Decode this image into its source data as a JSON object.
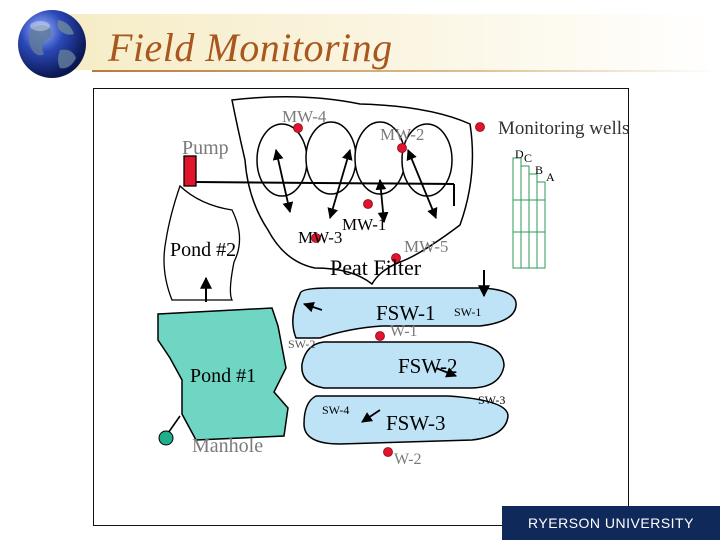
{
  "slide": {
    "title": "Field Monitoring"
  },
  "legend": {
    "label": "Monitoring wells",
    "depth_letters": [
      "D",
      "C",
      "B",
      "A"
    ]
  },
  "features": {
    "pump": "Pump",
    "pond2": "Pond #2",
    "pond1": "Pond #1",
    "manhole": "Manhole",
    "peat_filter": "Peat Filter"
  },
  "wells": {
    "mw4": "MW-4",
    "mw2": "MW-2",
    "mw1": "MW-1",
    "mw3": "MW-3",
    "mw5": "MW-5"
  },
  "surface_points": {
    "fsw1": "FSW-1",
    "fsw2": "FSW-2",
    "fsw3": "FSW-3",
    "sw1": "SW-1",
    "sw2": "SW-2",
    "sw3": "SW-3",
    "sw4": "SW-4",
    "w1": "W-1",
    "w2": "W-2"
  },
  "footer": {
    "logo_text": "RYERSON UNIVERSITY"
  },
  "colors": {
    "title": "#a8571e",
    "well_dot": "#e0142a",
    "pond_fill": "#6fd6c4",
    "wetland_fill": "#bfe3f6",
    "pump_red": "#e0142a",
    "manhole_green": "#1db08a",
    "well_cell_green": "#2c9a5a",
    "pump_label": "#7a7a7a",
    "footer_bg": "#0f2a5a"
  }
}
